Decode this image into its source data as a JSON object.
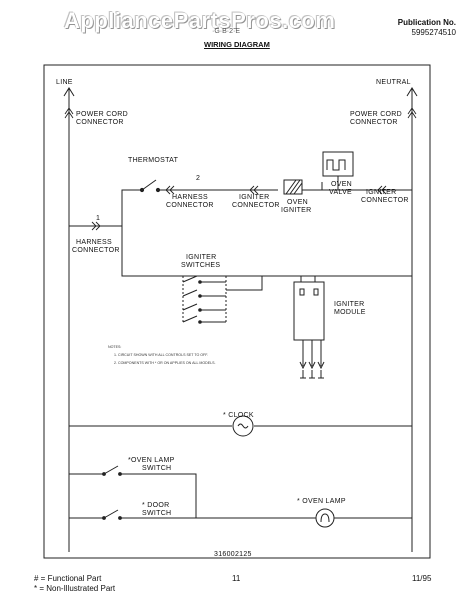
{
  "watermark": "AppliancePartsPros.com",
  "header": {
    "publication_label": "Publication No.",
    "publication_number": "5995274510",
    "model_code": "·G·B·2·E",
    "title": "WIRING DIAGRAM"
  },
  "diagram": {
    "line_label": "LINE",
    "neutral_label": "NEUTRAL",
    "power_cord_left_1": "POWER CORD",
    "power_cord_left_2": "CONNECTOR",
    "power_cord_right_1": "POWER CORD",
    "power_cord_right_2": "CONNECTOR",
    "thermostat": "THERMOSTAT",
    "harness_top_1": "HARNESS",
    "harness_top_2": "CONNECTOR",
    "harness_top_pin": "2",
    "igniter_conn_1": "IGNITER",
    "igniter_conn_2": "CONNECTOR",
    "oven_igniter_1": "OVEN",
    "oven_igniter_2": "IGNITER",
    "oven_valve_1": "OVEN",
    "oven_valve_2": "VALVE",
    "igniter_conn_right_1": "IGNITER",
    "igniter_conn_right_2": "CONNECTOR",
    "harness_left_1": "HARNESS",
    "harness_left_2": "CONNECTOR",
    "harness_left_pin": "1",
    "igniter_switches_1": "IGNITER",
    "igniter_switches_2": "SWITCHES",
    "igniter_module_1": "IGNITER",
    "igniter_module_2": "MODULE",
    "notes_title": "NOTES:",
    "note_1": "1.  CIRCUIT SHOWN WITH ALL CONTROLS SET TO OFF.",
    "note_2": "2.  COMPONENTS WITH * OR ON APPLIES ON ALL MODELS.",
    "clock": "* CLOCK",
    "oven_lamp_switch_1": "*OVEN LAMP",
    "oven_lamp_switch_2": "SWITCH",
    "door_switch_1": "* DOOR",
    "door_switch_2": "SWITCH",
    "oven_lamp": "* OVEN LAMP",
    "part_number": "316002125"
  },
  "footer": {
    "legend_functional": "# = Functional Part",
    "legend_non_illustrated": "* = Non-Illustrated Part",
    "page": "11",
    "date": "11/95"
  }
}
